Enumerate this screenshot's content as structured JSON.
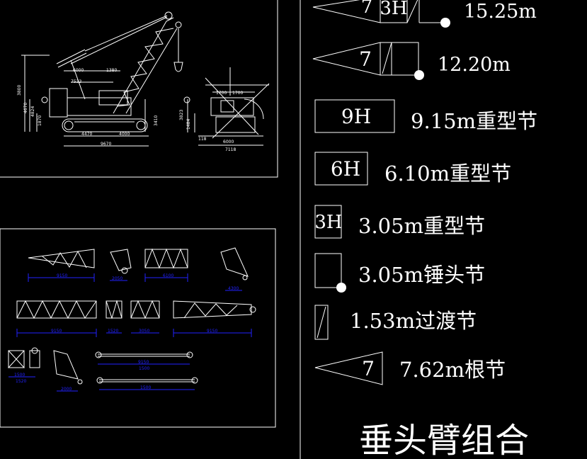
{
  "title": "垂头臂组合",
  "legend": [
    {
      "code": "7",
      "label": "15.25m",
      "extra": "3H"
    },
    {
      "code": "7",
      "label": "12.20m"
    },
    {
      "code": "9H",
      "label": "9.15m重型节"
    },
    {
      "code": "6H",
      "label": "6.10m重型节"
    },
    {
      "code": "3H",
      "label": "3.05m重型节"
    },
    {
      "code": "",
      "label": "3.05m锤头节"
    },
    {
      "code": "",
      "label": "1.53m过渡节"
    },
    {
      "code": "7",
      "label": "7.62m根节"
    }
  ],
  "crane_dims": {
    "side": [
      "6000",
      "1380",
      "7533",
      "3800",
      "4670",
      "4824",
      "1870",
      "4470",
      "4000",
      "9670"
    ],
    "rear": [
      "1700",
      "1700",
      "3823",
      "3410",
      "1484",
      "6000",
      "7118",
      "118"
    ]
  },
  "parts_dims": [
    "9150",
    "2050",
    "6100",
    "4300",
    "9150",
    "1520",
    "3050",
    "9150",
    "1500",
    "1520",
    "2000",
    "9150",
    "1500",
    "1500"
  ],
  "colors": {
    "background": "#000000",
    "line": "#ffffff",
    "dimension": "#2222ff"
  }
}
